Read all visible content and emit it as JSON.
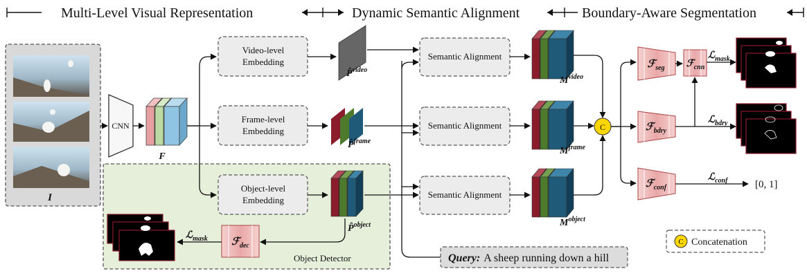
{
  "sections": {
    "visual": "Multi-Level Visual Representation",
    "alignment": "Dynamic Semantic Alignment",
    "segmentation": "Boundary-Aware Segmentation"
  },
  "input": {
    "label": "I"
  },
  "cnn": {
    "label": "CNN"
  },
  "feature": {
    "label": "F"
  },
  "embeddings": {
    "video": {
      "line1": "Video-level",
      "line2": "Embedding"
    },
    "frame": {
      "line1": "Frame-level",
      "line2": "Embedding"
    },
    "object": {
      "line1": "Object-level",
      "line2": "Embedding"
    }
  },
  "prompts": {
    "video": {
      "base": "P̂",
      "sup": "video"
    },
    "frame": {
      "base": "P̂",
      "sup": "frame"
    },
    "object": {
      "base": "P̂",
      "sup": "object"
    }
  },
  "alignment": {
    "video": "Semantic Alignment",
    "frame": "Semantic Alignment",
    "object": "Semantic Alignment"
  },
  "masks": {
    "video": {
      "base": "M",
      "sup": "video"
    },
    "frame": {
      "base": "M",
      "sup": "frame"
    },
    "object": {
      "base": "M",
      "sup": "object"
    }
  },
  "concat": {
    "symbol": "C"
  },
  "heads": {
    "seg": {
      "base": "ℱ",
      "sub": "seg"
    },
    "cnn": {
      "base": "ℱ",
      "sub": "cnn"
    },
    "bdry": {
      "base": "ℱ",
      "sub": "bdry"
    },
    "conf": {
      "base": "ℱ",
      "sub": "conf"
    },
    "dec": {
      "base": "ℱ",
      "sub": "dec"
    }
  },
  "losses": {
    "mask": {
      "base": "ℒ",
      "sub": "mask"
    },
    "bdry": {
      "base": "ℒ",
      "sub": "bdry"
    },
    "conf": {
      "base": "ℒ",
      "sub": "conf"
    },
    "obj_mask": {
      "base": "ℒ",
      "sub": "mask"
    }
  },
  "conf_output": "[0, 1]",
  "object_detector": "Object Detector",
  "query": {
    "prefix": "Query:",
    "text": "A sheep running down a hill"
  },
  "legend": {
    "symbol": "C",
    "label": "Concatenation"
  },
  "colors": {
    "stack_red": "#8b1c2b",
    "stack_green": "#4e7a2d",
    "stack_blue": "#1f5a78",
    "stack_teal": "#2c8ab0",
    "f_pink": "#e7a0a0",
    "f_green": "#bcdba4",
    "f_blue": "#8fc5e3",
    "concat_fill": "#ffd700",
    "detector_bg": "#e6efd9",
    "head_fill": "#f3c4c4"
  }
}
